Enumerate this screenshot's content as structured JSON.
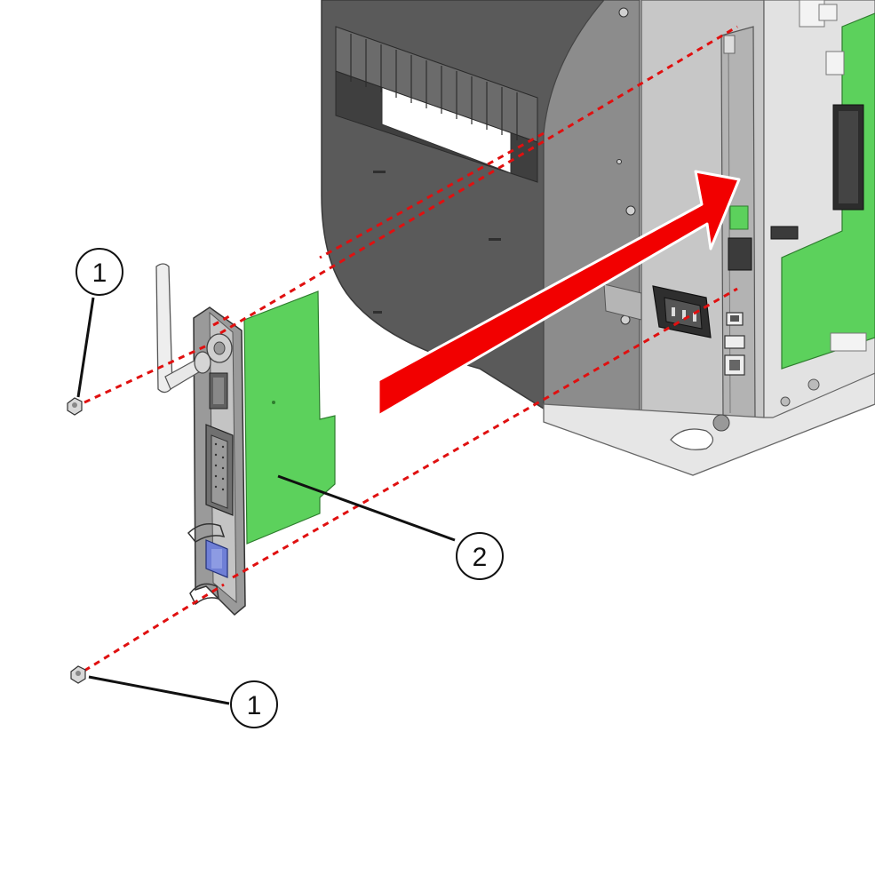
{
  "callouts": [
    {
      "id": "screw-top",
      "label": "1"
    },
    {
      "id": "board",
      "label": "2"
    },
    {
      "id": "screw-bottom",
      "label": "1"
    }
  ],
  "colors": {
    "arrow": "#f20000",
    "dash": "#e01010",
    "pcb": "#5cd15c",
    "pcb_dark": "#3fae3f",
    "chassis_dark": "#5a5a5a",
    "chassis_mid": "#8c8c8c",
    "panel_light": "#c7c7c7",
    "bracket": "#9a9a9a",
    "connector_blue": "#6f7fd6",
    "antenna": "#eeeeee"
  },
  "icons": [
    "screw-icon",
    "antenna-icon",
    "insert-arrow-icon",
    "power-socket-icon",
    "usb-port-icon",
    "ethernet-port-icon"
  ]
}
